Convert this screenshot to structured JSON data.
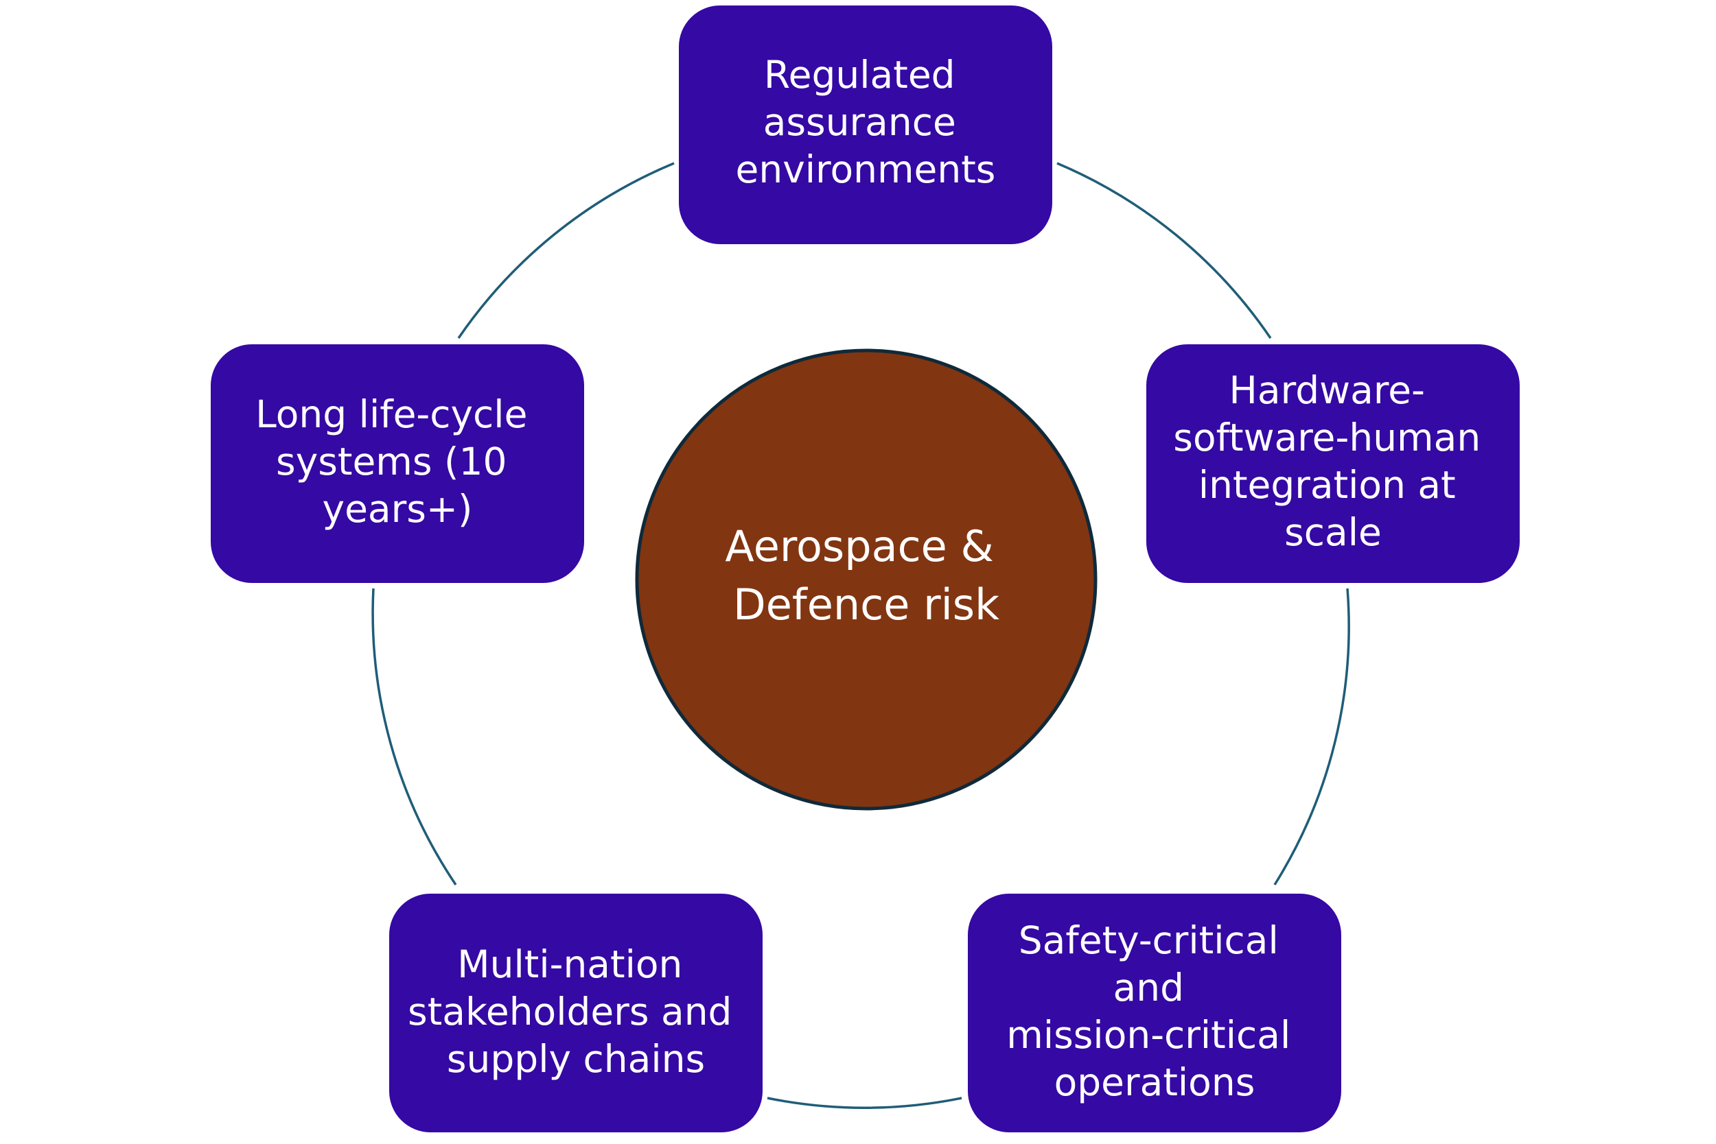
{
  "diagram": {
    "colors": {
      "node_fill": "#3509a3",
      "center_fill": "#823511",
      "ring_stroke": "#1f5d78",
      "text": "#ffffff"
    },
    "center": {
      "lines": [
        "Aerospace &",
        "Defence risk"
      ]
    },
    "nodes": [
      {
        "id": "regulated",
        "lines": [
          "Regulated",
          "assurance",
          "environments"
        ]
      },
      {
        "id": "hardware",
        "lines": [
          "Hardware-",
          "software-human",
          "integration at",
          "scale"
        ]
      },
      {
        "id": "safety",
        "lines": [
          "Safety-critical",
          "and",
          "mission-critical",
          "operations"
        ]
      },
      {
        "id": "multination",
        "lines": [
          "Multi-nation",
          "stakeholders and",
          "supply chains"
        ]
      },
      {
        "id": "lifecycle",
        "lines": [
          "Long life-cycle",
          "systems (10",
          "years+)"
        ]
      }
    ]
  }
}
